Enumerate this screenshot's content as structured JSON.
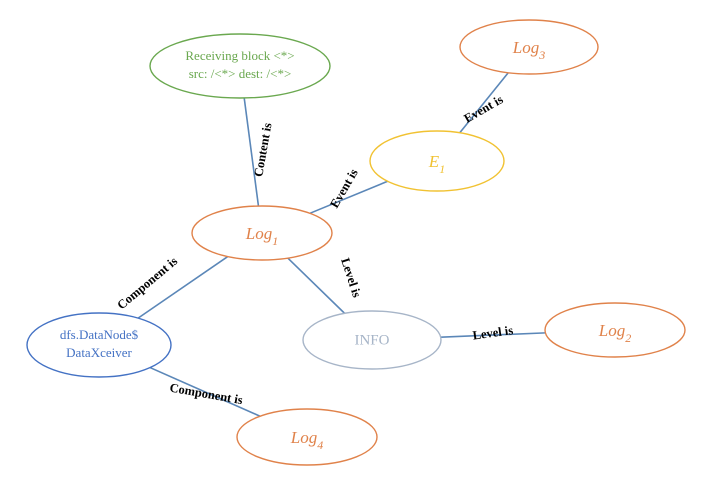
{
  "nodes": [
    {
      "id": "log1",
      "main": "Log",
      "sub": "1",
      "color": "#e0824a"
    },
    {
      "id": "content",
      "line1": "Receiving block <*>",
      "line2": "src: /<*> dest: /<*>",
      "color": "#6aa84f"
    },
    {
      "id": "e1",
      "main": "E",
      "sub": "1",
      "color": "#f1c232"
    },
    {
      "id": "log3",
      "main": "Log",
      "sub": "3",
      "color": "#e0824a"
    },
    {
      "id": "info",
      "label": "INFO",
      "color": "#a7b5c8"
    },
    {
      "id": "log2",
      "main": "Log",
      "sub": "2",
      "color": "#e0824a"
    },
    {
      "id": "component",
      "line1": "dfs.DataNode$",
      "line2": "DataXceiver",
      "color": "#4472c4"
    },
    {
      "id": "log4",
      "main": "Log",
      "sub": "4",
      "color": "#e0824a"
    }
  ],
  "edges": [
    {
      "from": "log1",
      "to": "content",
      "label": "Content is"
    },
    {
      "from": "log1",
      "to": "e1",
      "label": "Event is"
    },
    {
      "from": "e1",
      "to": "log3",
      "label": "Event is"
    },
    {
      "from": "log1",
      "to": "info",
      "label": "Level is"
    },
    {
      "from": "info",
      "to": "log2",
      "label": "Level is"
    },
    {
      "from": "log1",
      "to": "component",
      "label": "Component is"
    },
    {
      "from": "component",
      "to": "log4",
      "label": "Component is"
    }
  ],
  "edge_color": "#5b87b8"
}
